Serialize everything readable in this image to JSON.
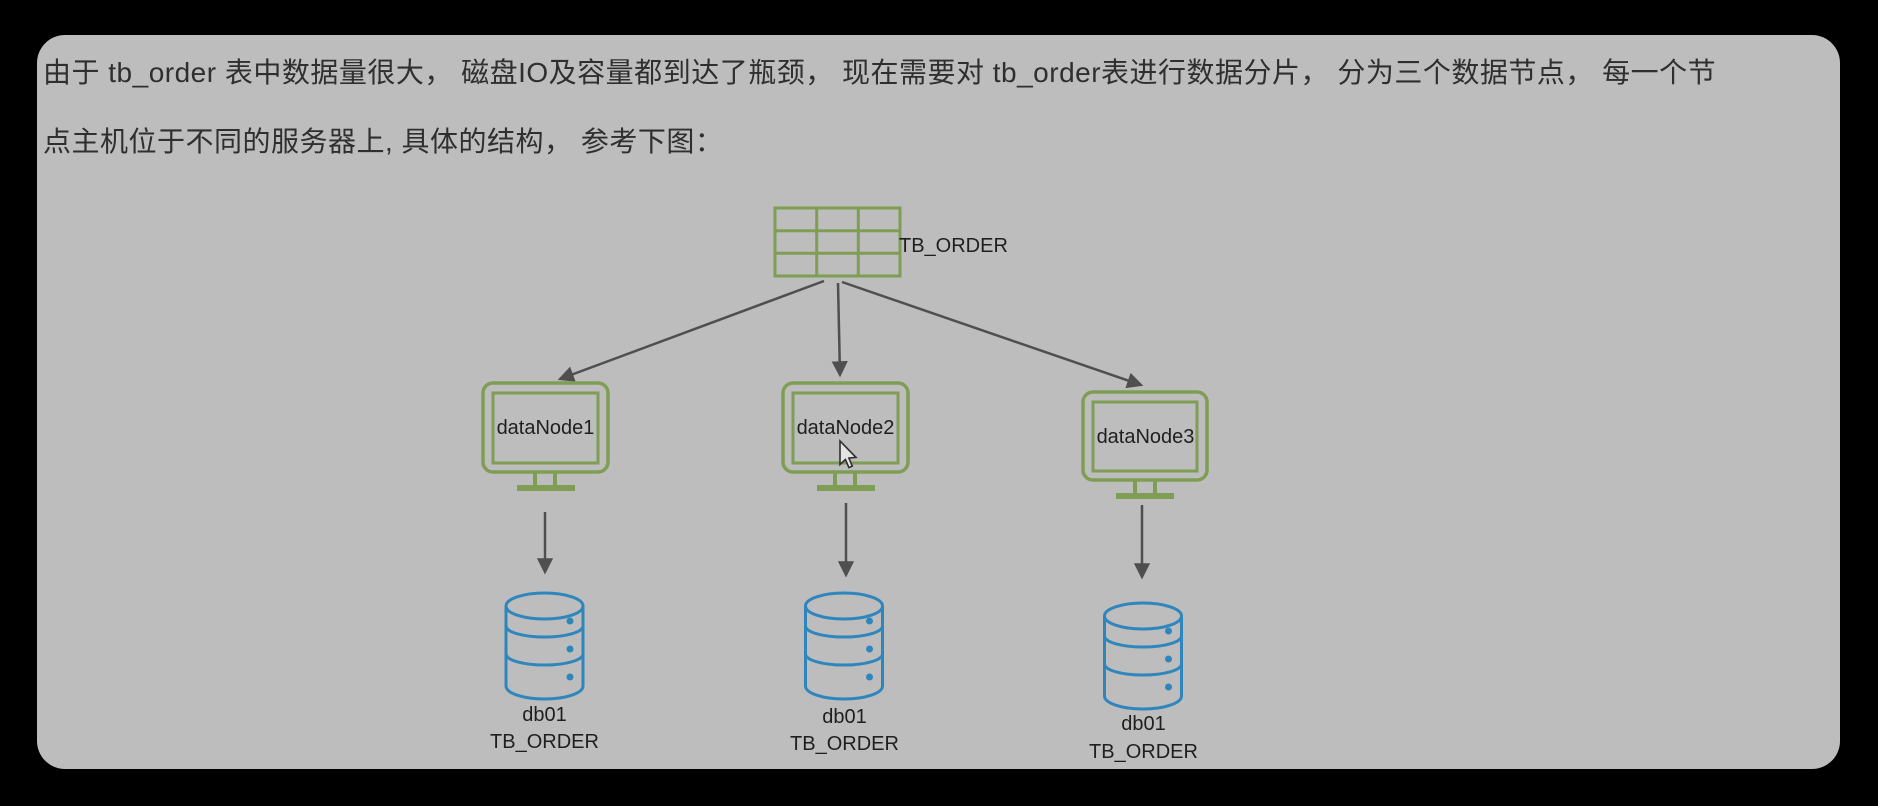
{
  "intro": {
    "line1": "由于 tb_order 表中数据量很大， 磁盘IO及容量都到达了瓶颈， 现在需要对 tb_order表进行数据分片， 分为三个数据节点， 每一个节",
    "line2": "点主机位于不同的服务器上, 具体的结构， 参考下图："
  },
  "diagram": {
    "table": {
      "label": "TB_ORDER",
      "icon": "table-grid-icon"
    },
    "nodes": [
      {
        "label": "dataNode1",
        "db_name": "db01",
        "db_table": "TB_ORDER"
      },
      {
        "label": "dataNode2",
        "db_name": "db01",
        "db_table": "TB_ORDER"
      },
      {
        "label": "dataNode3",
        "db_name": "db01",
        "db_table": "TB_ORDER"
      }
    ]
  },
  "colors": {
    "background": "#000000",
    "panel": "#bdbdbd",
    "text": "#2f2f2f",
    "node_green": "#7f9d55",
    "db_blue": "#2e86bd",
    "arrow_gray": "#4f4f4f"
  }
}
